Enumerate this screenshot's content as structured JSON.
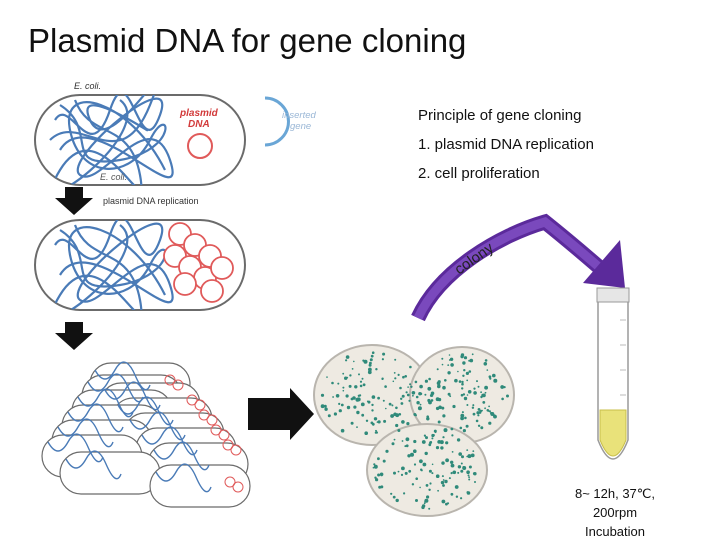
{
  "slide": {
    "title": "Plasmid DNA for gene cloning"
  },
  "diagram": {
    "ecoli_top_label": "E. coli.",
    "plasmid_label_line1": "plasmid",
    "plasmid_label_line2": "DNA",
    "inserted_gene_line1": "inserted",
    "inserted_gene_line2": "gene",
    "ecoli_bottom_label": "E. coli.",
    "replication_label": "plasmid DNA replication"
  },
  "principle": {
    "heading": "Principle of gene cloning",
    "step1": "1. plasmid DNA replication",
    "step2": "2. cell proliferation"
  },
  "colony_label": "colony",
  "incubation": {
    "line1": "8~ 12h, 37℃,",
    "line2": "200rpm",
    "line3": "Incubation"
  },
  "colors": {
    "dna_blue": "#4a7bb7",
    "plasmid_red": "#e05a5a",
    "label_red": "#d23a3a",
    "inserted_gene_blue": "#6aa6d6",
    "arrow_purple": "#5b2a9b",
    "colony_green": "#2f8a7a",
    "tube_yellow": "#e9e27a"
  }
}
